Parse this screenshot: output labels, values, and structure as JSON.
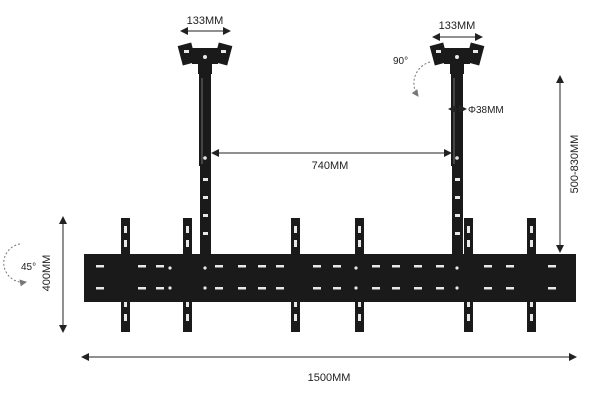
{
  "dimensions": {
    "plate_width_left": "133MM",
    "plate_width_right": "133MM",
    "pole_spacing": "740MM",
    "pole_diameter": "Φ38MM",
    "height_range": "500-830MM",
    "bracket_height": "400MM",
    "total_width": "1500MM",
    "swivel_angle": "90°",
    "tilt_angle": "45°"
  },
  "colors": {
    "metal": "#1a1a1a",
    "line": "#222222",
    "background": "#ffffff"
  }
}
